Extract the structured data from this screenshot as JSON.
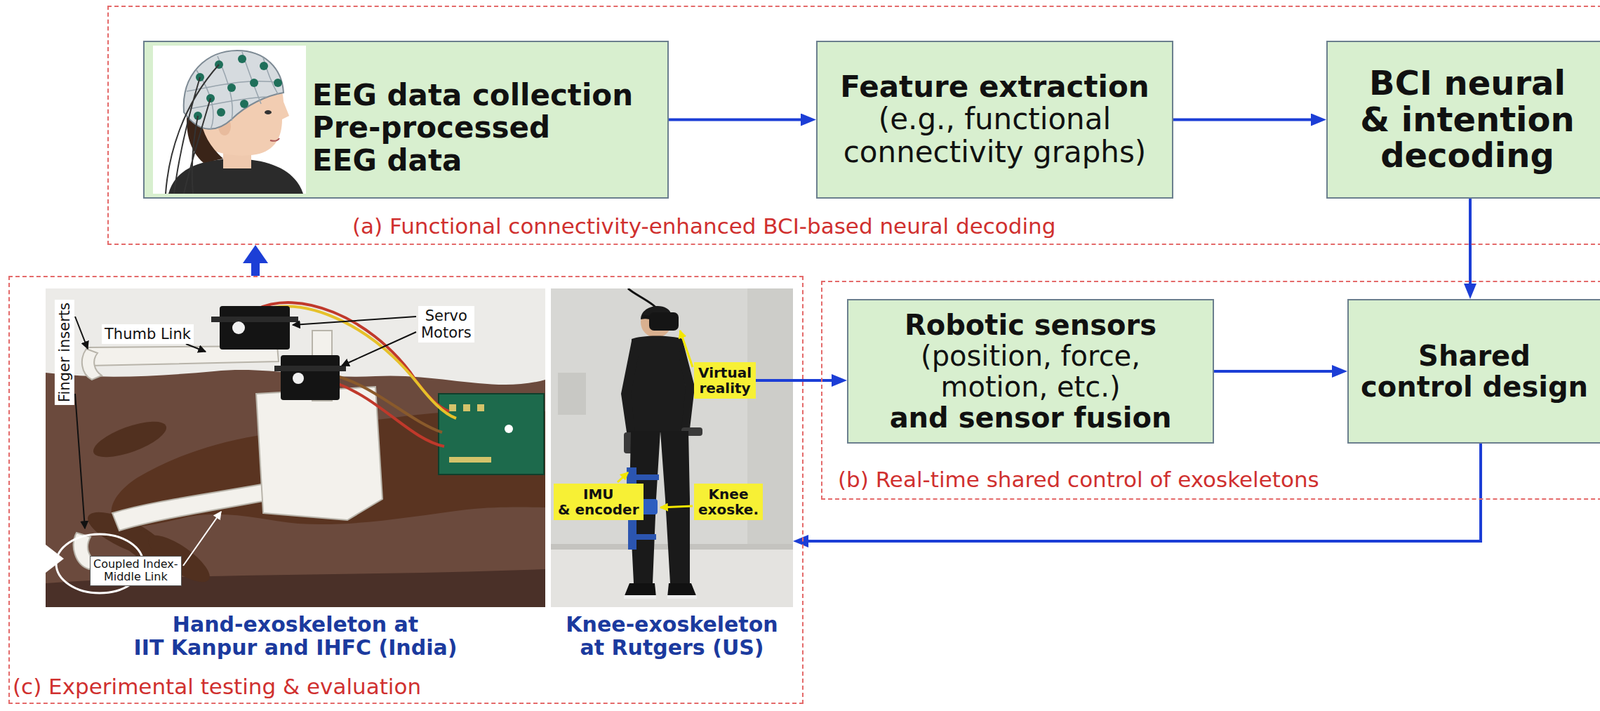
{
  "diagram": {
    "nodes": [
      {
        "text": [
          "(a) Functional connectivity-enhanced BCI-based neural decoding"
        ]
      },
      {
        "text": [
          "EEG data collection",
          "Pre-processed EEG data"
        ],
        "in": 0
      },
      {
        "text": [
          "Feature extraction",
          "(e.g., functional connectivity graphs)"
        ],
        "in": 0
      },
      {
        "text": [
          "BCI neural & intention decoding"
        ],
        "in": 0
      },
      {
        "text": [
          "(b) Real-time shared control of exoskeletons"
        ]
      },
      {
        "text": [
          "Robotic sensors",
          "(position, force, motion, etc.)",
          "and sensor fusion"
        ],
        "in": 4
      },
      {
        "text": [
          "Shared control design"
        ],
        "in": 4
      },
      {
        "text": [
          "(c) Experimental testing & evaluation"
        ]
      },
      {
        "text": [
          "Hand-exoskeleton at IIT Kanpur and IHFC (India)"
        ],
        "in": 7
      },
      {
        "text": [
          "Knee-exoskeleton at Rutgers (US)"
        ],
        "in": 7
      },
      {
        "text": [
          "Virtual reality"
        ],
        "in": 9
      },
      {
        "text": [
          "IMU & encoder"
        ],
        "in": 9
      },
      {
        "text": [
          "Knee exoske."
        ],
        "in": 9
      }
    ],
    "edges": [
      {
        "from": 1,
        "to": 2,
        "arrow": "to"
      },
      {
        "from": 2,
        "to": 3,
        "arrow": "to"
      },
      {
        "from": 3,
        "to": 6,
        "arrow": "to"
      },
      {
        "from": 5,
        "to": 6,
        "arrow": "to"
      },
      {
        "from": 10,
        "to": 5,
        "arrow": "to"
      },
      {
        "from": 6,
        "to": 9,
        "arrow": "to"
      },
      {
        "from": 7,
        "to": 0,
        "arrow": "to"
      }
    ],
    "labels": [
      "Thumb Link",
      "Servo Motors",
      "Finger inserts",
      "Coupled Index- Middle Link"
    ]
  }
}
